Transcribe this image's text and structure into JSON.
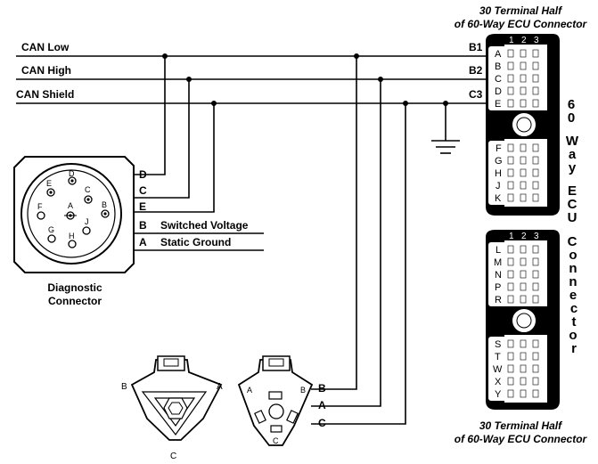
{
  "lines": {
    "can_low": "CAN Low",
    "can_high": "CAN High",
    "can_shield": "CAN Shield",
    "switched_voltage": "Switched Voltage",
    "static_ground": "Static Ground"
  },
  "diag_connector": {
    "label_line1": "Diagnostic",
    "label_line2": "Connector",
    "side_pins": [
      "D",
      "C",
      "E",
      "B",
      "A"
    ],
    "face_pins": [
      "D",
      "E",
      "C",
      "F",
      "A",
      "B",
      "G",
      "J",
      "H"
    ]
  },
  "ecu": {
    "top_caption_line1": "30 Terminal Half",
    "top_caption_line2": "of 60-Way ECU Connector",
    "bottom_caption_line1": "30 Terminal Half",
    "bottom_caption_line2": "of 60-Way ECU Connector",
    "pin_labels": [
      "B1",
      "B2",
      "C3"
    ],
    "column_numbers": [
      "1",
      "2",
      "3"
    ],
    "top_rows": [
      "A",
      "B",
      "C",
      "D",
      "E",
      "F",
      "G",
      "H",
      "J",
      "K"
    ],
    "bottom_rows": [
      "L",
      "M",
      "N",
      "P",
      "R",
      "S",
      "T",
      "W",
      "X",
      "Y"
    ],
    "vertical_title": [
      "6",
      "0",
      "W",
      "a",
      "y",
      "E",
      "C",
      "U",
      "C",
      "o",
      "n",
      "n",
      "e",
      "c",
      "t",
      "o",
      "r"
    ]
  },
  "deutsch": {
    "left_labels": [
      "B",
      "A",
      "C"
    ],
    "right_face_labels": [
      "A",
      "B",
      "C"
    ],
    "wire_labels": [
      "B",
      "A",
      "C"
    ]
  }
}
